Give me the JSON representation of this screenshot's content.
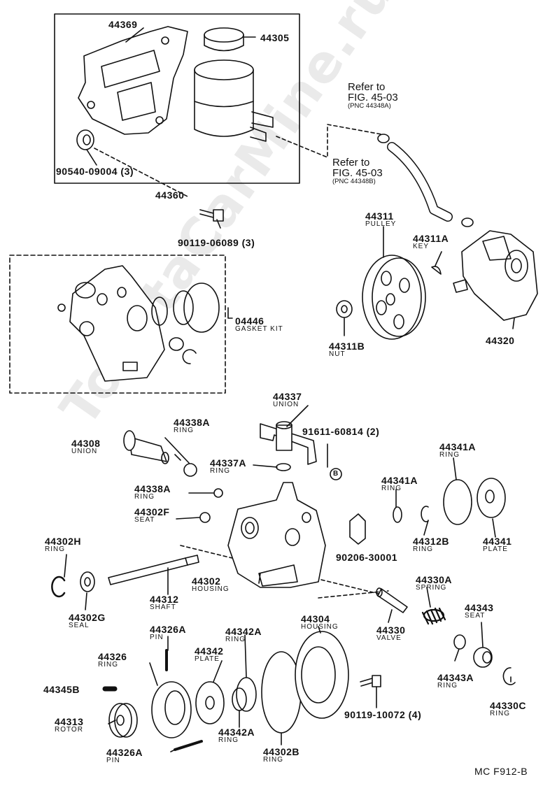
{
  "watermark": "ToyotaCarMine.ru",
  "figure_code": "MC F912-B",
  "parts": [
    {
      "num": "44369",
      "sub": ""
    },
    {
      "num": "44305",
      "sub": ""
    },
    {
      "num": "90540-09004 (3)",
      "sub": ""
    },
    {
      "num": "44360",
      "sub": ""
    },
    {
      "num": "90119-06089 (3)",
      "sub": ""
    },
    {
      "num": "04446",
      "sub": "GASKET KIT"
    },
    {
      "num": "44311",
      "sub": "PULLEY"
    },
    {
      "num": "44311A",
      "sub": "KEY"
    },
    {
      "num": "44311B",
      "sub": "NUT"
    },
    {
      "num": "44320",
      "sub": ""
    },
    {
      "num": "44337",
      "sub": "UNION"
    },
    {
      "num": "91611-60814 (2)",
      "sub": ""
    },
    {
      "num": "44338A",
      "sub": "RING"
    },
    {
      "num": "44308",
      "sub": "UNION"
    },
    {
      "num": "44337A",
      "sub": "RING"
    },
    {
      "num": "44338A",
      "sub": "RING"
    },
    {
      "num": "44302F",
      "sub": "SEAT"
    },
    {
      "num": "44341A",
      "sub": "RING"
    },
    {
      "num": "44341A",
      "sub": "RING"
    },
    {
      "num": "44312B",
      "sub": "RING"
    },
    {
      "num": "44341",
      "sub": "PLATE"
    },
    {
      "num": "90206-30001",
      "sub": ""
    },
    {
      "num": "44302H",
      "sub": "RING"
    },
    {
      "num": "44302G",
      "sub": "SEAL"
    },
    {
      "num": "44312",
      "sub": "SHAFT"
    },
    {
      "num": "44302",
      "sub": "HOUSING"
    },
    {
      "num": "44330A",
      "sub": "SPRING"
    },
    {
      "num": "44330",
      "sub": "VALVE"
    },
    {
      "num": "44343",
      "sub": "SEAT"
    },
    {
      "num": "44343A",
      "sub": "RING"
    },
    {
      "num": "44330C",
      "sub": "RING"
    },
    {
      "num": "44326A",
      "sub": "PIN"
    },
    {
      "num": "44326",
      "sub": "RING"
    },
    {
      "num": "44342",
      "sub": "PLATE"
    },
    {
      "num": "44342A",
      "sub": "RING"
    },
    {
      "num": "44304",
      "sub": "HOUSING"
    },
    {
      "num": "44345B",
      "sub": ""
    },
    {
      "num": "44313",
      "sub": "ROTOR"
    },
    {
      "num": "44342A",
      "sub": "RING"
    },
    {
      "num": "90119-10072 (4)",
      "sub": ""
    },
    {
      "num": "44302B",
      "sub": "RING"
    },
    {
      "num": "44326A",
      "sub": "PIN"
    }
  ],
  "references": [
    {
      "line1": "Refer to",
      "line2": "FIG. 45-03",
      "line3": "(PNC 44348A)"
    },
    {
      "line1": "Refer to",
      "line2": "FIG. 45-03",
      "line3": "(PNC 44348B)"
    }
  ],
  "bolt_marker": "B"
}
